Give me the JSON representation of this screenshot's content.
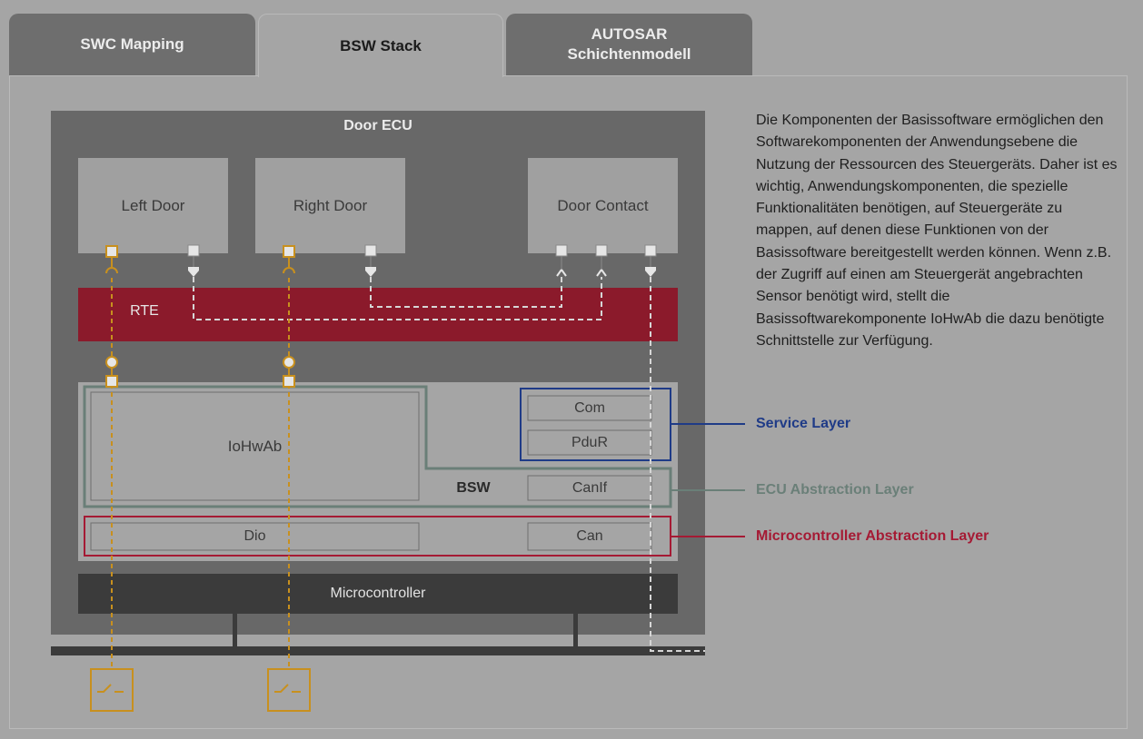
{
  "tabs": [
    {
      "label": "SWC Mapping"
    },
    {
      "label": "BSW Stack"
    },
    {
      "label": "AUTOSAR\nSchichtenmodell"
    }
  ],
  "diagram": {
    "ecu_title": "Door ECU",
    "swcs": [
      "Left Door",
      "Right Door",
      "Door Contact"
    ],
    "rte": "RTE",
    "iohwab": "IoHwAb",
    "bsw": "BSW",
    "com": "Com",
    "pdur": "PduR",
    "canif": "CanIf",
    "dio": "Dio",
    "can": "Can",
    "microcontroller": "Microcontroller"
  },
  "layers": {
    "service": {
      "label": "Service Layer",
      "color": "#1f3b87"
    },
    "ecu_abstraction": {
      "label": "ECU Abstraction Layer",
      "color": "#6a7f78"
    },
    "microcontroller_abstraction": {
      "label": "Microcontroller Abstraction Layer",
      "color": "#a51a34"
    }
  },
  "description": "Die Komponenten der Basissoftware ermöglichen den Softwarekomponenten der Anwendungsebene die Nutzung der Ressourcen des Steuergeräts. Daher ist es wichtig, Anwendungskomponenten, die spezielle Funktionalitäten benötigen, auf Steuergeräte zu mappen, auf denen diese Funktionen von der Basissoftware bereitgestellt werden können. Wenn z.B. der Zugriff auf einen am Steuergerät angebrachten Sensor benötigt wird, stellt die Basissoftwarekomponente IoHwAb die dazu benötigte Schnittstelle zur Verfügung.",
  "colors": {
    "rte": "#8b1a2b",
    "sensor": "#c8901e",
    "ecu_background": "#686868",
    "microcontroller": "#3b3b3b"
  }
}
